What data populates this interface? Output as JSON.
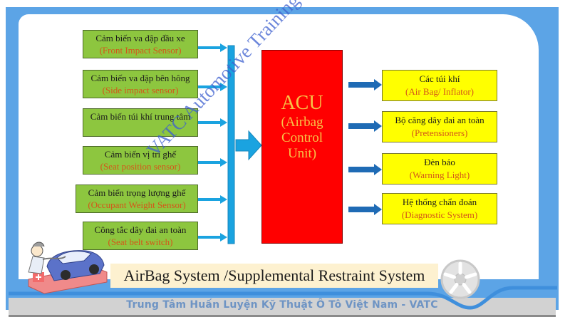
{
  "diagram": {
    "title": "AirBag System /Supplemental Restraint System",
    "footer": "Trung  Tâm Huấn Luyện Kỹ Thuật Ô Tô Việt Nam - VATC",
    "watermark": "VATC Automotive Training Center",
    "controller": {
      "name": "ACU",
      "line1": "(Airbag",
      "line2": "Control",
      "line3": "Unit)"
    },
    "inputs": [
      {
        "vn": "Cảm biến va đập đầu xe",
        "en": "(Front Impact Sensor)"
      },
      {
        "vn": "Cảm biến va đập bên hông",
        "en": "(Side impact sensor)"
      },
      {
        "vn": "Cảm biến túi khí trung tâm",
        "en": ""
      },
      {
        "vn": "Cảm biến vị trí ghế",
        "en": "(Seat position sensor)"
      },
      {
        "vn": "Cảm biến trọng lượng ghế",
        "en": "(Occupant Weight Sensor)"
      },
      {
        "vn": "Công tắc dây đai an toàn",
        "en": "(Seat belt switch)"
      }
    ],
    "outputs": [
      {
        "vn": "Các túi khí",
        "en": "(Air Bag/ Inflator)"
      },
      {
        "vn": "Bộ căng dây đai an toàn",
        "en": "(Pretensioners)"
      },
      {
        "vn": "Đèn báo",
        "en": "(Warning Light)"
      },
      {
        "vn": "Hệ thống chẩn đoán",
        "en": "(Diagnostic System)"
      }
    ],
    "colors": {
      "input_box": "#8dc63f",
      "output_box": "#ffff00",
      "controller": "#ff0000",
      "input_arrow": "#1aa3e0",
      "output_arrow": "#1f6bb5",
      "frame": "#5ca4e6"
    },
    "icons": [
      "mechanic-car-clipart",
      "wheel-rim-icon"
    ]
  }
}
